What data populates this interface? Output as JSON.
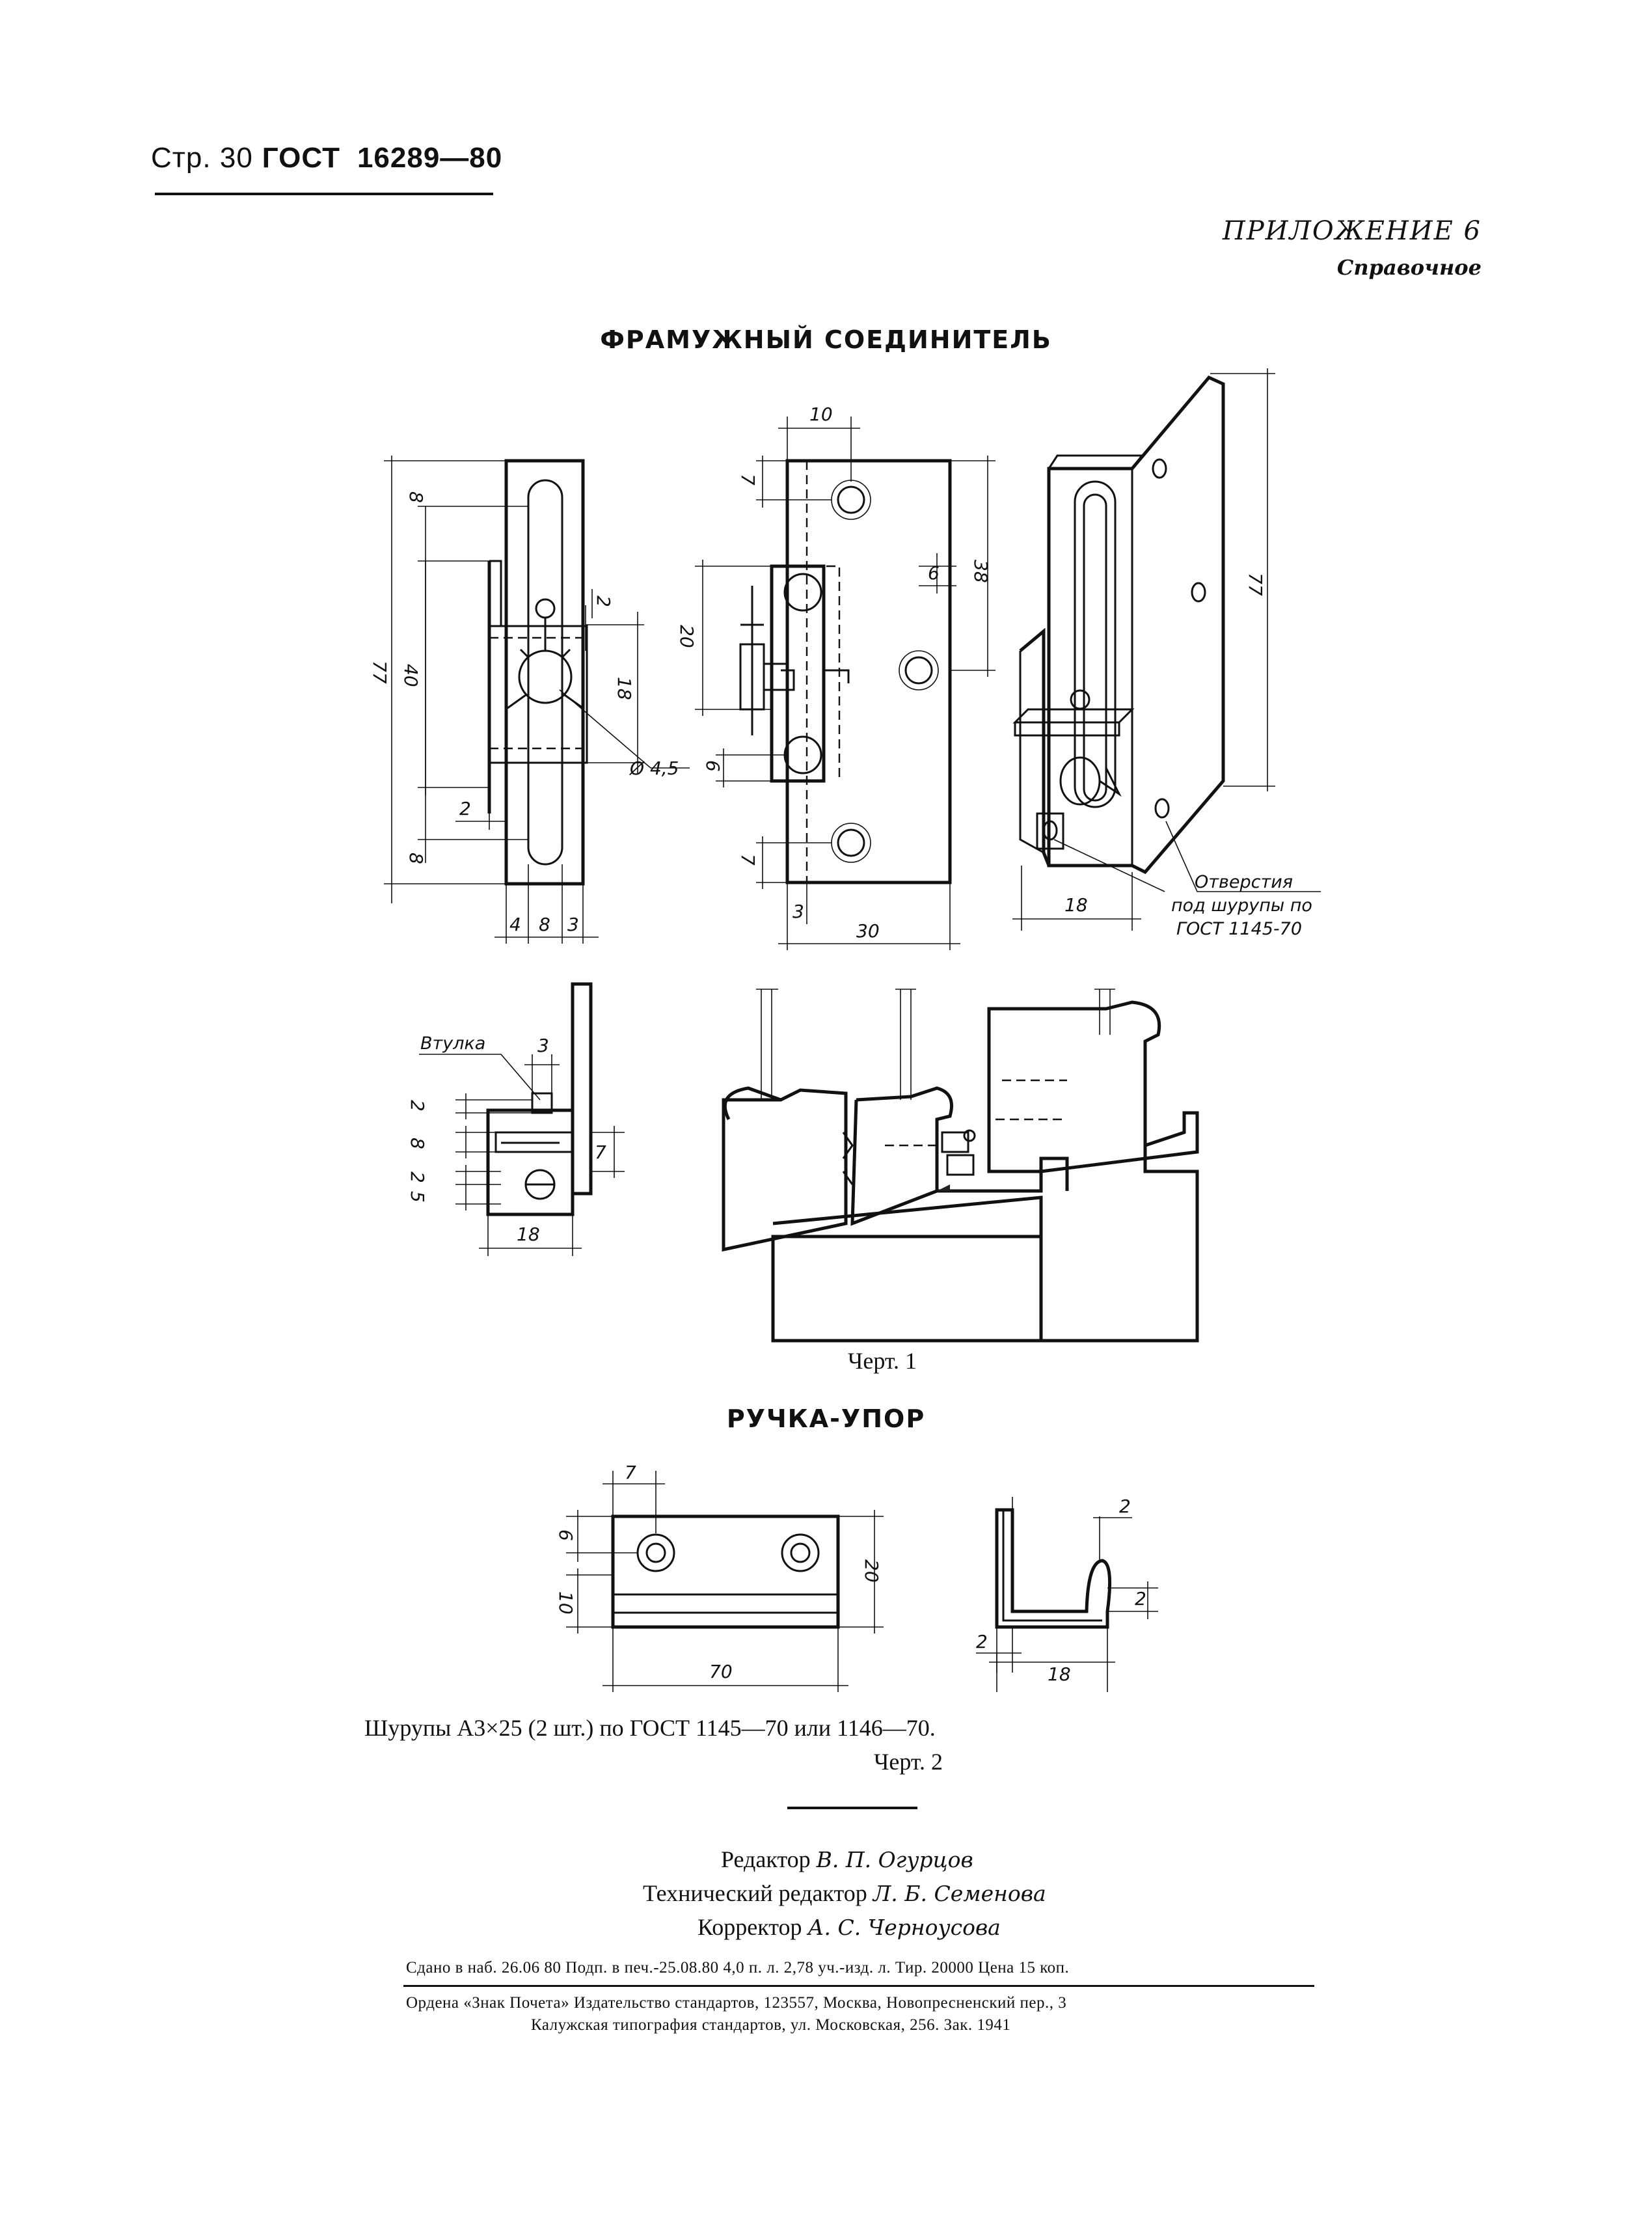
{
  "header": {
    "page_label": "Стр. 30",
    "standard": "ГОСТ",
    "number": "16289—80"
  },
  "appendix": {
    "label": "ПРИЛОЖЕНИЕ 6",
    "type": "Справочное"
  },
  "section1": {
    "title": "ФРАМУЖНЫЙ СОЕДИНИТЕЛЬ",
    "caption": "Черт. 1"
  },
  "section2": {
    "title": "РУЧКА-УПОР",
    "caption": "Черт. 2"
  },
  "drawing1": {
    "front_dims": [
      "8",
      "40",
      "77",
      "2",
      "18",
      "Ø 4,5",
      "2",
      "8",
      "4",
      "8",
      "3"
    ],
    "side_dims": [
      "10",
      "7",
      "6",
      "38",
      "20",
      "6",
      "7",
      "3",
      "30"
    ],
    "iso_dims": [
      "77",
      "18"
    ],
    "iso_note": [
      "Отверстия",
      "под шурупы по",
      "ГОСТ 1145-70"
    ],
    "detail_label": "Втулка",
    "detail_dims": [
      "3",
      "2",
      "8",
      "2",
      "5",
      "7",
      "18"
    ]
  },
  "drawing2": {
    "front_dims": [
      "7",
      "6",
      "10",
      "20",
      "70"
    ],
    "side_dims": [
      "2",
      "2",
      "2",
      "18"
    ]
  },
  "screws_note": "Шурупы А3×25 (2 шт.) по ГОСТ 1145—70 или 1146—70.",
  "credits": {
    "editor_role": "Редактор",
    "editor_name": "В. П. Огурцов",
    "tech_role": "Технический редактор",
    "tech_name": "Л. Б. Семенова",
    "proof_role": "Корректор",
    "proof_name": "А. С. Черноусова"
  },
  "imprint": {
    "line1": "Сдано в наб. 26.06 80 Подп. в печ.-25.08.80 4,0 п. л. 2,78 уч.-изд. л. Тир. 20000 Цена 15 коп.",
    "line2": "Ордена «Знак Почета» Издательство стандартов, 123557, Москва, Новопресненский пер., 3",
    "line3": "Калужская типография стандартов, ул. Московская, 256. Зак. 1941"
  }
}
